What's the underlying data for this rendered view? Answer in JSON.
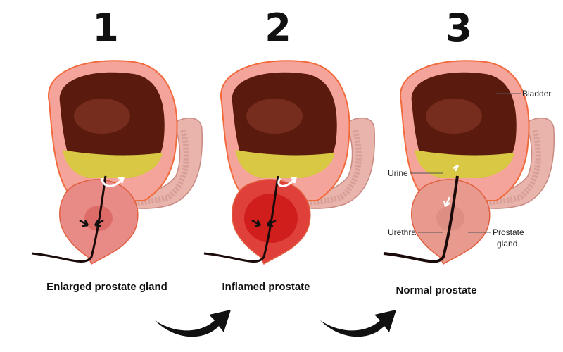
{
  "panels": [
    {
      "number": "1",
      "caption": "Enlarged prostate gland",
      "prostate_color": "#e88a86",
      "prostate_core": "#d9605c"
    },
    {
      "number": "2",
      "caption": "Inflamed prostate",
      "prostate_color": "#e0403a",
      "prostate_core": "#c81010"
    },
    {
      "number": "3",
      "caption": "Normal prostate",
      "prostate_color": "#e89a8e",
      "prostate_core": "#d98a80"
    }
  ],
  "labels": {
    "bladder": "Bladder",
    "urine": "Urine",
    "urethra": "Urethra",
    "prostate_line1": "Prostate",
    "prostate_line2": "gland"
  },
  "colors": {
    "bladder_wall": "#f4a49a",
    "bladder_outline": "#f26a3c",
    "bladder_interior": "#5a1a0e",
    "urine": "#d8c844",
    "vesicle": "#e8b4ac",
    "urethra": "#1a0a0a",
    "arrow": "#111111"
  }
}
